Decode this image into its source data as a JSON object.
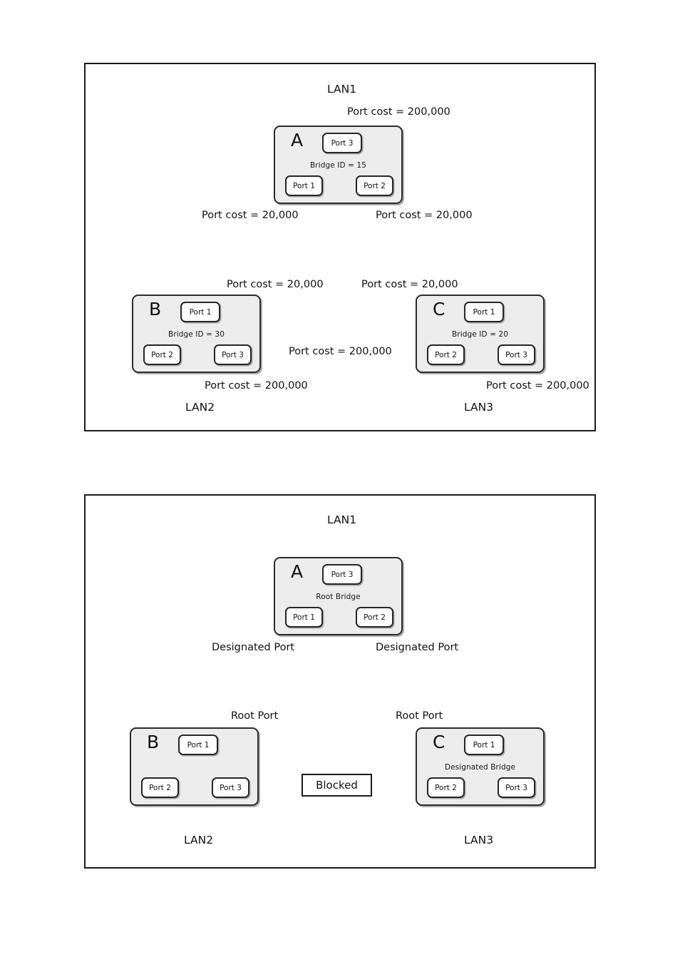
{
  "figure": {
    "type": "network-diagram",
    "title": "Spanning Tree Protocol bridge diagrams",
    "diagrams": [
      {
        "id": "diagram-costs",
        "caption": "",
        "lans": [
          {
            "name": "LAN1",
            "position": "top"
          },
          {
            "name": "LAN2",
            "position": "bottom-left"
          },
          {
            "name": "LAN3",
            "position": "bottom-right"
          }
        ],
        "bridges": [
          {
            "letter": "A",
            "subtitle": "Bridge ID = 15",
            "ports": {
              "top": "Port 3",
              "bottom_left": "Port 1",
              "bottom_right": "Port 2"
            }
          },
          {
            "letter": "B",
            "subtitle": "Bridge ID = 30",
            "ports": {
              "top": "Port 1",
              "bottom_left": "Port 2",
              "bottom_right": "Port 3"
            }
          },
          {
            "letter": "C",
            "subtitle": "Bridge ID = 20",
            "ports": {
              "top": "Port 1",
              "bottom_left": "Port 2",
              "bottom_right": "Port 3"
            }
          }
        ],
        "edge_labels": [
          {
            "id": "a-lan1",
            "text": "Port cost = 200,000"
          },
          {
            "id": "a-b-left",
            "text": "Port cost = 20,000"
          },
          {
            "id": "a-c-right",
            "text": "Port cost = 20,000"
          },
          {
            "id": "b-a",
            "text": "Port cost = 20,000"
          },
          {
            "id": "c-a",
            "text": "Port cost = 20,000"
          },
          {
            "id": "b-c",
            "text": "Port cost = 200,000"
          },
          {
            "id": "b-lan2",
            "text": "Port cost = 200,000"
          },
          {
            "id": "c-lan3",
            "text": "Port cost = 200,000"
          }
        ]
      },
      {
        "id": "diagram-roles",
        "caption": "",
        "lans": [
          {
            "name": "LAN1",
            "position": "top"
          },
          {
            "name": "LAN2",
            "position": "bottom-left"
          },
          {
            "name": "LAN3",
            "position": "bottom-right"
          }
        ],
        "bridges": [
          {
            "letter": "A",
            "subtitle": "Root Bridge",
            "ports": {
              "top": "Port 3",
              "bottom_left": "Port 1",
              "bottom_right": "Port 2"
            }
          },
          {
            "letter": "B",
            "subtitle": "",
            "ports": {
              "top": "Port 1",
              "bottom_left": "Port 2",
              "bottom_right": "Port 3"
            }
          },
          {
            "letter": "C",
            "subtitle": "Designated Bridge",
            "ports": {
              "top": "Port 1",
              "bottom_left": "Port 2",
              "bottom_right": "Port 3"
            }
          }
        ],
        "edge_labels": [
          {
            "id": "desig-left",
            "text": "Designated Port"
          },
          {
            "id": "desig-right",
            "text": "Designated Port"
          },
          {
            "id": "root-left",
            "text": "Root Port"
          },
          {
            "id": "root-right",
            "text": "Root Port"
          },
          {
            "id": "blocked",
            "text": "Blocked"
          }
        ]
      }
    ]
  },
  "colors": {
    "bridge_fill": "#ececec",
    "bridge_border": "#2b2b2b",
    "port_fill": "#ffffff",
    "line": "#111111",
    "frame_border": "#1a1a1a",
    "page_background": "#ffffff"
  }
}
